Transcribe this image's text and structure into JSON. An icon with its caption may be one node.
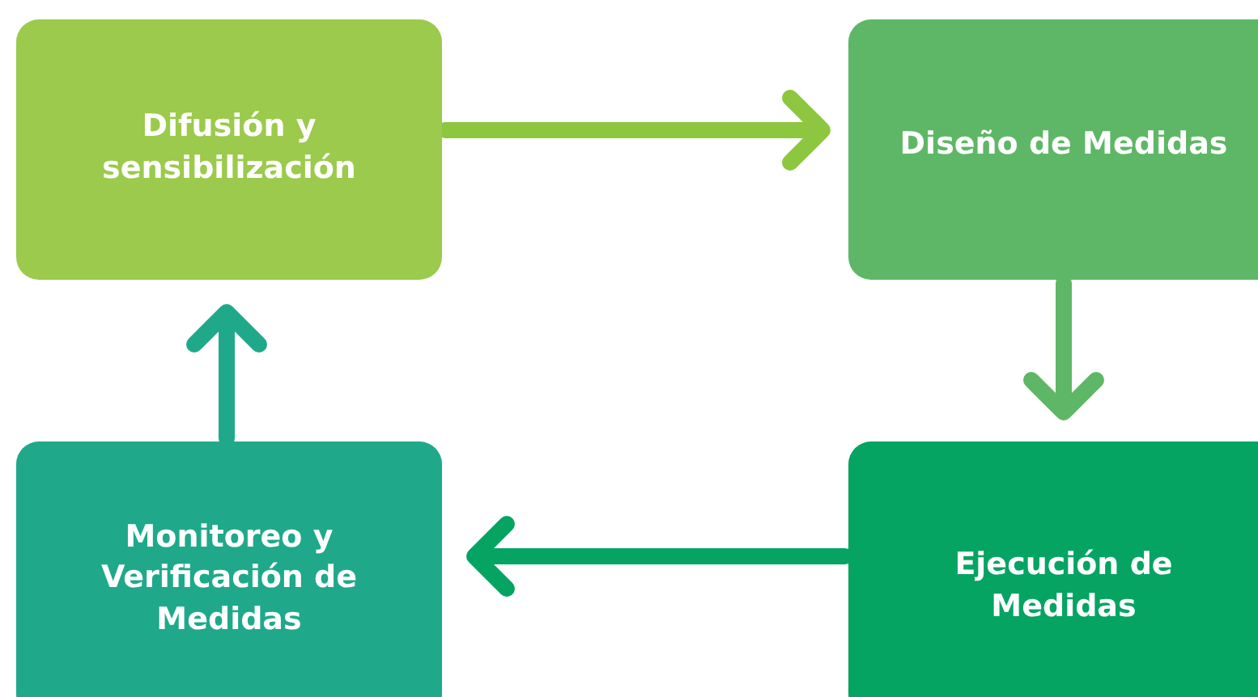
{
  "diagram": {
    "nodes": [
      {
        "text": [
          "Difusión y sensibilización"
        ]
      },
      {
        "text": [
          "Diseño de Medidas"
        ]
      },
      {
        "text": [
          "Monitoreo y Verificación de Medidas"
        ]
      },
      {
        "text": [
          "Ejecución de Medidas"
        ]
      }
    ],
    "edges": [
      {
        "from": 0,
        "to": 1,
        "arrow": "to",
        "color": "#8dc63f"
      },
      {
        "from": 1,
        "to": 3,
        "arrow": "to",
        "color": "#5eb766"
      },
      {
        "from": 3,
        "to": 2,
        "arrow": "to",
        "color": "#05a463"
      },
      {
        "from": 2,
        "to": 0,
        "arrow": "to",
        "color": "#1fa98a"
      }
    ]
  }
}
